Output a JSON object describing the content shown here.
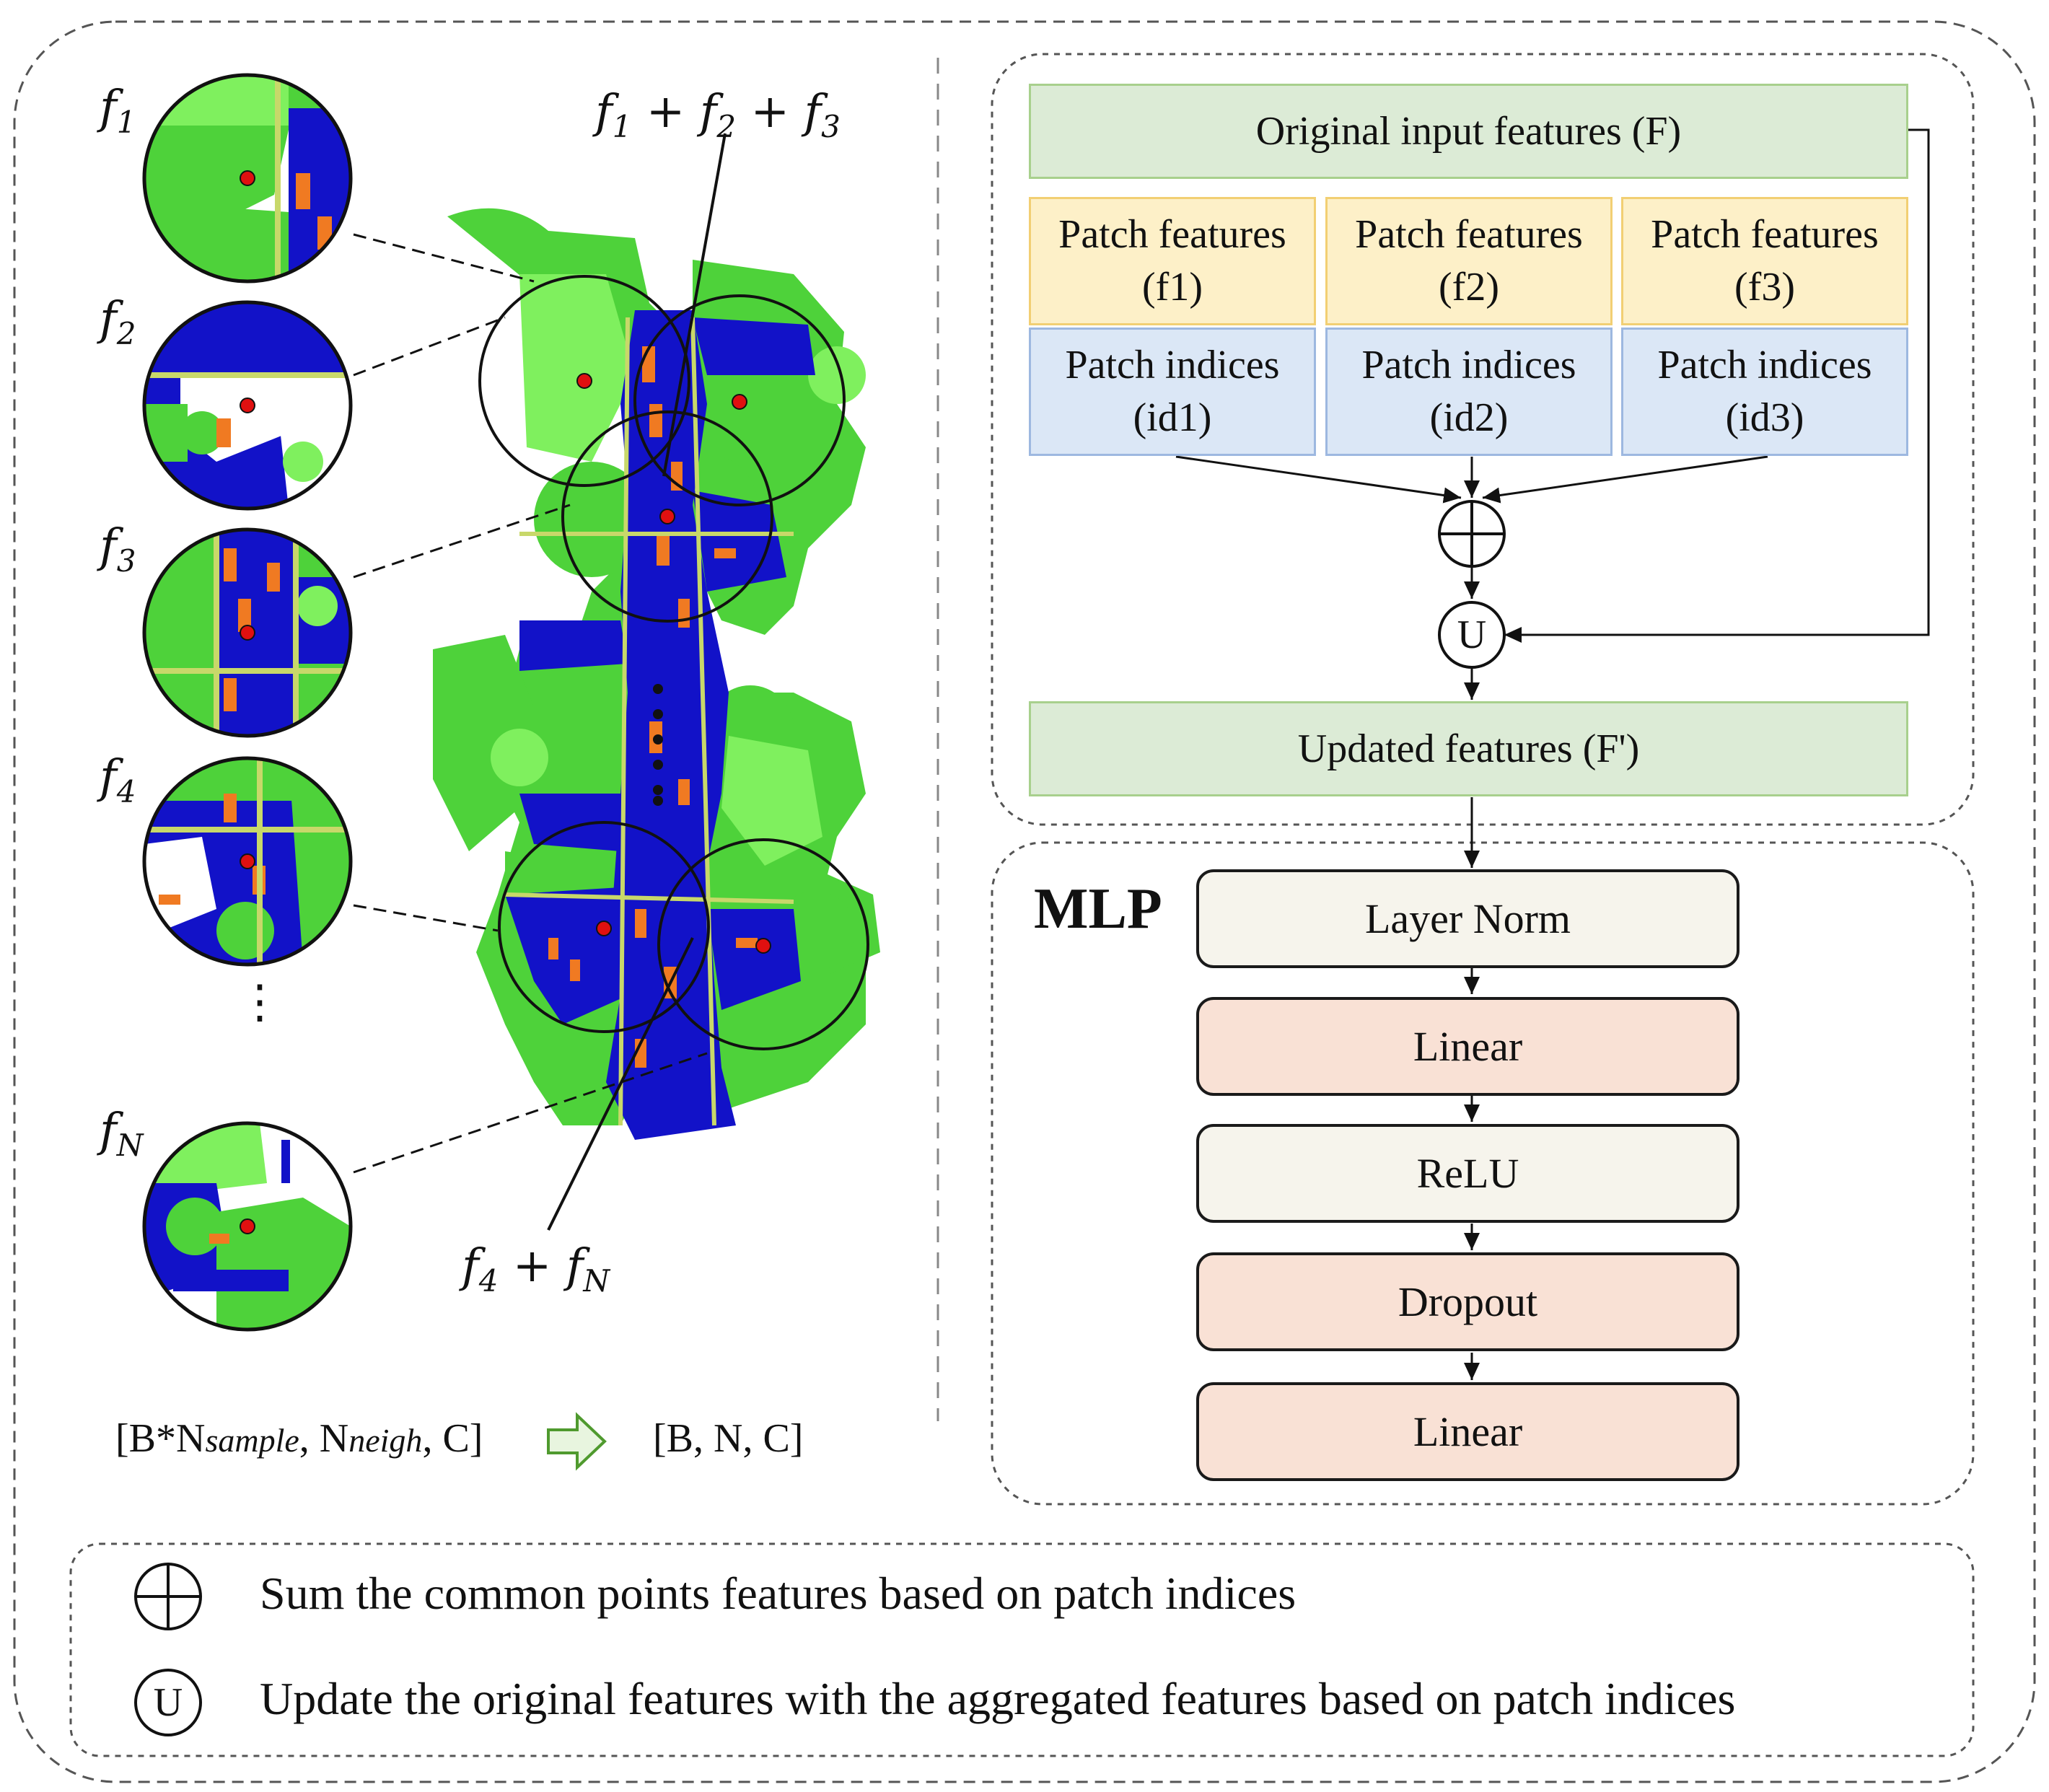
{
  "panel_left": {
    "patch_labels": [
      {
        "base": "f",
        "sub": "1"
      },
      {
        "base": "f",
        "sub": "2"
      },
      {
        "base": "f",
        "sub": "3"
      },
      {
        "base": "f",
        "sub": "4"
      },
      {
        "base": "f",
        "sub": "N"
      }
    ],
    "ellipsis": "⋮",
    "annotation_top": {
      "t1": "f",
      "s1": "1",
      "plus1": " + ",
      "t2": "f",
      "s2": "2",
      "plus2": " + ",
      "t3": "f",
      "s3": "3"
    },
    "annotation_bottom": {
      "t1": "f",
      "s1": "4",
      "plus1": " + ",
      "t2": "f",
      "s2": "N"
    },
    "shape_in": {
      "open": "[B*N",
      "sub1": "sample",
      "mid": ", N",
      "sub2": "neigh",
      "close": ", C]"
    },
    "shape_out": "[B, N, C]",
    "colors": {
      "vegetation": "#4ed23a",
      "vegetation_light": "#7ff05e",
      "road": "#1212c8",
      "car": "#f07a22",
      "pole": "#c8d86a",
      "center_point": "#e01010"
    }
  },
  "panel_right": {
    "input_features": "Original input features (F)",
    "patches": [
      {
        "features": "Patch features",
        "features_id": "(f1)",
        "indices": "Patch indices",
        "indices_id": "(id1)"
      },
      {
        "features": "Patch features",
        "features_id": "(f2)",
        "indices": "Patch indices",
        "indices_id": "(id2)"
      },
      {
        "features": "Patch features",
        "features_id": "(f3)",
        "indices": "Patch indices",
        "indices_id": "(id3)"
      }
    ],
    "sum_symbol": "⊕",
    "update_symbol": "U",
    "updated_features": "Updated features (F')"
  },
  "mlp": {
    "title": "MLP",
    "layers": [
      "Layer Norm",
      "Linear",
      "ReLU",
      "Dropout",
      "Linear"
    ]
  },
  "legend": [
    {
      "symbol": "⊕",
      "text": "Sum the common points features based on patch indices"
    },
    {
      "symbol": "U",
      "text": "Update the original features with the aggregated features based on patch indices"
    }
  ]
}
